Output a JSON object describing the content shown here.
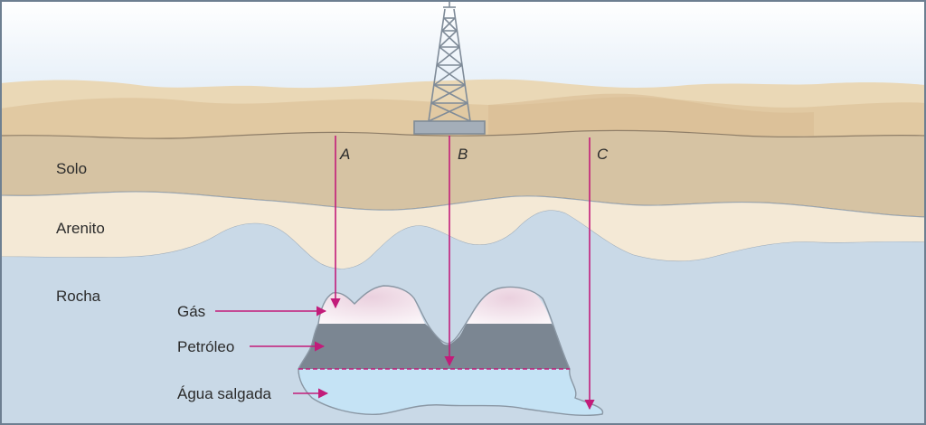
{
  "layers": {
    "soil": "Solo",
    "sandstone": "Arenito",
    "rock": "Rocha"
  },
  "reservoir": {
    "gas": "Gás",
    "oil": "Petróleo",
    "salt_water": "Água salgada"
  },
  "wells": [
    "A",
    "B",
    "C"
  ],
  "colors": {
    "sky": "#e4eef8",
    "dunes": "#e7d3b0",
    "soil": "#d6c3a3",
    "sandstone": "#f4e9d6",
    "rock": "#c9d9e7",
    "gas": "#f5eaf0",
    "oil": "#7b8692",
    "water": "#c5e3f5",
    "arrow": "#c21c7a"
  }
}
